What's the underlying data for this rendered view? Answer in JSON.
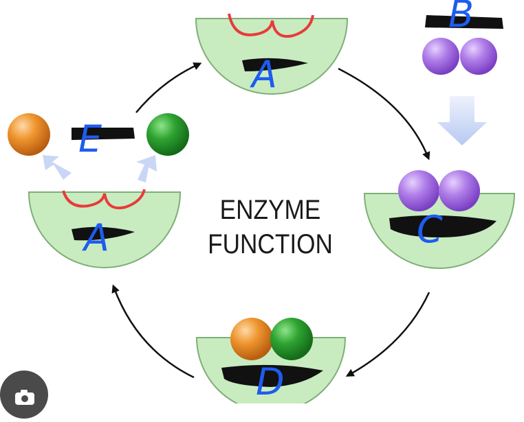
{
  "title": {
    "line1": "ENZYME",
    "line2": "FUNCTION"
  },
  "labels": {
    "enzyme_top": "A",
    "substrate": "B",
    "enzyme_substrate_complex": "C",
    "enzyme_product_complex": "D",
    "enzyme_left": "A",
    "products": "E"
  },
  "colors": {
    "pocket_fill": "#c8ecc0",
    "pocket_stroke": "#7fae78",
    "active_site": "#e83b3b",
    "purple": "#a56ae0",
    "orange": "#e7902a",
    "green": "#2f9a32",
    "arrow_light": "#c9d6f5",
    "label_blue": "#1e5cf0"
  },
  "icons": {
    "corner": "camera-icon"
  }
}
